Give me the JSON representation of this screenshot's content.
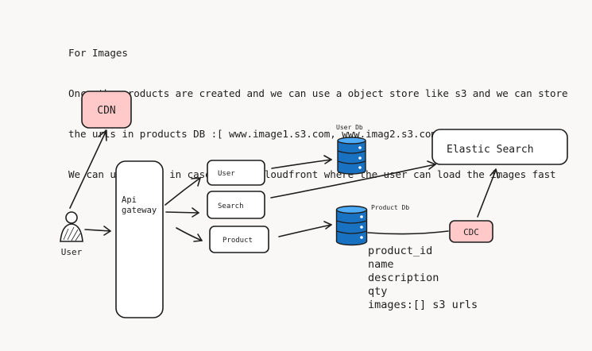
{
  "notes": {
    "line1": "For Images",
    "line2": "Once the products are created and we can use a object store like s3 and we can store",
    "line3": "the urls in products DB :[ www.image1.s3.com, www.imag2.s3.com]",
    "line4": "We can use a CDN in case of aws cloudfront where the user can load the images fast"
  },
  "nodes": {
    "cdn": "CDN",
    "user_actor": "User",
    "api_gateway_1": "Api",
    "api_gateway_2": "gateway",
    "user_service": "User",
    "search_service": "Search",
    "product_service": "Product",
    "user_db": "User Db",
    "product_db": "Product Db",
    "elastic_search": "Elastic Search",
    "cdc": "CDC"
  },
  "schema": {
    "fields": [
      "product_id",
      "name",
      "description",
      "qty",
      "images:[] s3 urls"
    ]
  },
  "colors": {
    "pink": "#ffc9c9",
    "db_blue": "#1971c2",
    "db_top": "#4dabf7",
    "background": "#f9f8f6"
  }
}
